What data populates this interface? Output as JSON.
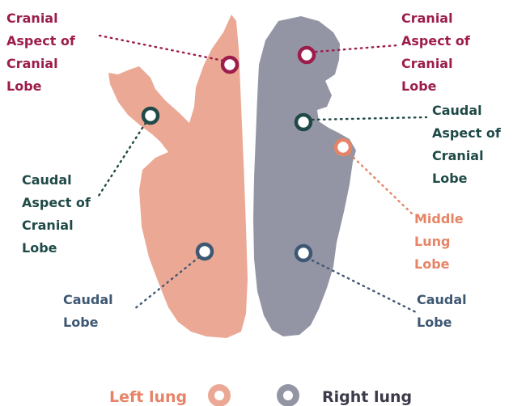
{
  "colors": {
    "left_lung_fill": "#eba995",
    "right_lung_fill": "#9495a4",
    "cranial_aspect_cranial_lobe": "#9c1d4c",
    "caudal_aspect_cranial_lobe": "#1f4a47",
    "middle_lung_lobe": "#e58466",
    "caudal_lobe": "#3e5874",
    "legend_right_text": "#3b3b4a"
  },
  "labels": {
    "left_cranial": [
      "Cranial",
      "Aspect of",
      "Cranial",
      "Lobe"
    ],
    "right_cranial": [
      "Cranial",
      "Aspect of",
      "Cranial",
      "Lobe"
    ],
    "left_caudal_aspect": [
      "Caudal",
      "Aspect of",
      "Cranial",
      "Lobe"
    ],
    "right_caudal_aspect": [
      "Caudal",
      "Aspect of",
      "Cranial",
      "Lobe"
    ],
    "middle": [
      "Middle",
      "Lung",
      "Lobe"
    ],
    "left_caudal": [
      "Caudal",
      "Lobe"
    ],
    "right_caudal": [
      "Caudal",
      "Lobe"
    ]
  },
  "legend": {
    "left_label": "Left lung",
    "right_label": "Right lung"
  }
}
